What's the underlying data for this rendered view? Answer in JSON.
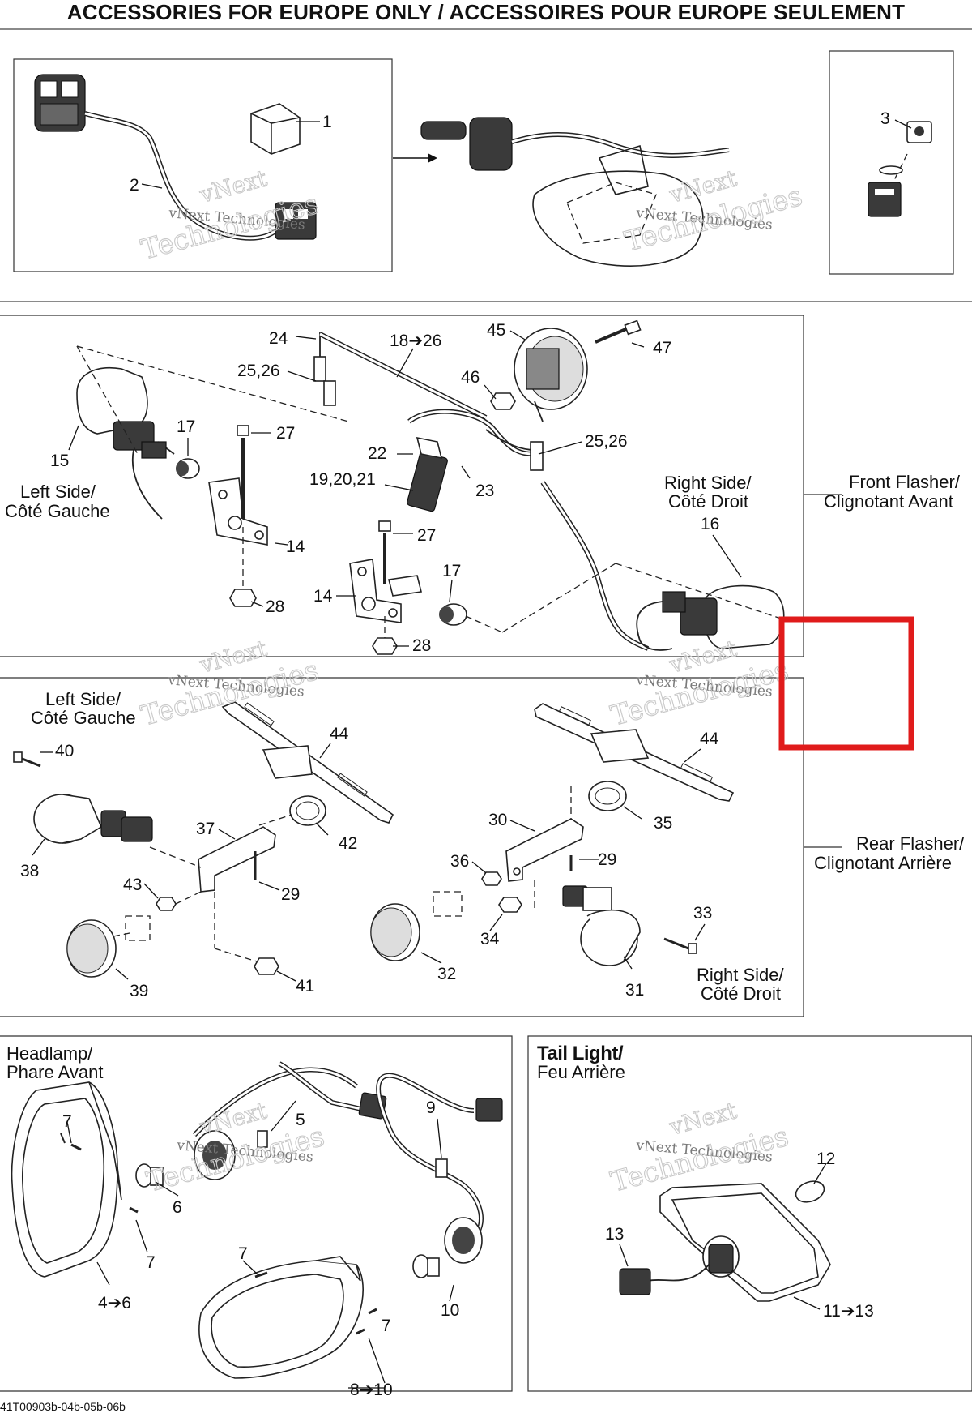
{
  "header": {
    "title": "ACCESSORIES FOR EUROPE ONLY / ACCESSOIRES POUR EUROPE SEULEMENT"
  },
  "sections": {
    "front_flasher": {
      "line1": "Front Flasher/",
      "line2": "Clignotant Avant"
    },
    "rear_flasher": {
      "line1": "Rear Flasher/",
      "line2": "Clignotant Arrière"
    },
    "headlamp": {
      "line1": "Headlamp/",
      "line2": "Phare Avant"
    },
    "tail_light": {
      "line1": "Tail Light/",
      "line2": "Feu Arrière"
    }
  },
  "sides": {
    "front_left": {
      "line1": "Left Side/",
      "line2": "Côté Gauche"
    },
    "front_right": {
      "line1": "Right Side/",
      "line2": "Côté Droit"
    },
    "rear_left": {
      "line1": "Left Side/",
      "line2": "Côté Gauche"
    },
    "rear_right": {
      "line1": "Right Side/",
      "line2": "Côté Droit"
    }
  },
  "watermark": {
    "line1": "vNext",
    "line2": "vNext Technologies",
    "line3": "Technologies"
  },
  "part_labels": {
    "p1": "1",
    "p2": "2",
    "p3": "3",
    "p24": "24",
    "p18_26": "18➔26",
    "p45": "45",
    "p47": "47",
    "p25_26a": "25,26",
    "p46": "46",
    "p17a": "17",
    "p27a": "27",
    "p15": "15",
    "p22": "22",
    "p25_26b": "25,26",
    "p19_21": "19,20,21",
    "p23": "23",
    "p16": "16",
    "p14a": "14",
    "p27b": "27",
    "p17b": "17",
    "p14b": "14",
    "p28a": "28",
    "p28b": "28",
    "p40": "40",
    "p44a": "44",
    "p44b": "44",
    "p37": "37",
    "p42": "42",
    "p30": "30",
    "p35": "35",
    "p38": "38",
    "p36": "36",
    "p29a": "29",
    "p29b": "29",
    "p43": "43",
    "p33": "33",
    "p34": "34",
    "p32": "32",
    "p39": "39",
    "p41": "41",
    "p31": "31",
    "p7a": "7",
    "p5": "5",
    "p9": "9",
    "p6": "6",
    "p7b": "7",
    "p4_6": "4➔6",
    "p7c": "7",
    "p7d": "7",
    "p10": "10",
    "p8_10": "8➔10",
    "p12": "12",
    "p13": "13",
    "p11_13": "11➔13"
  },
  "footer": {
    "ref": "41T00903b-04b-05b-06b"
  },
  "colors": {
    "highlight": "#e01b1b",
    "ink": "#111111",
    "watermark": "#c9c9c9"
  }
}
